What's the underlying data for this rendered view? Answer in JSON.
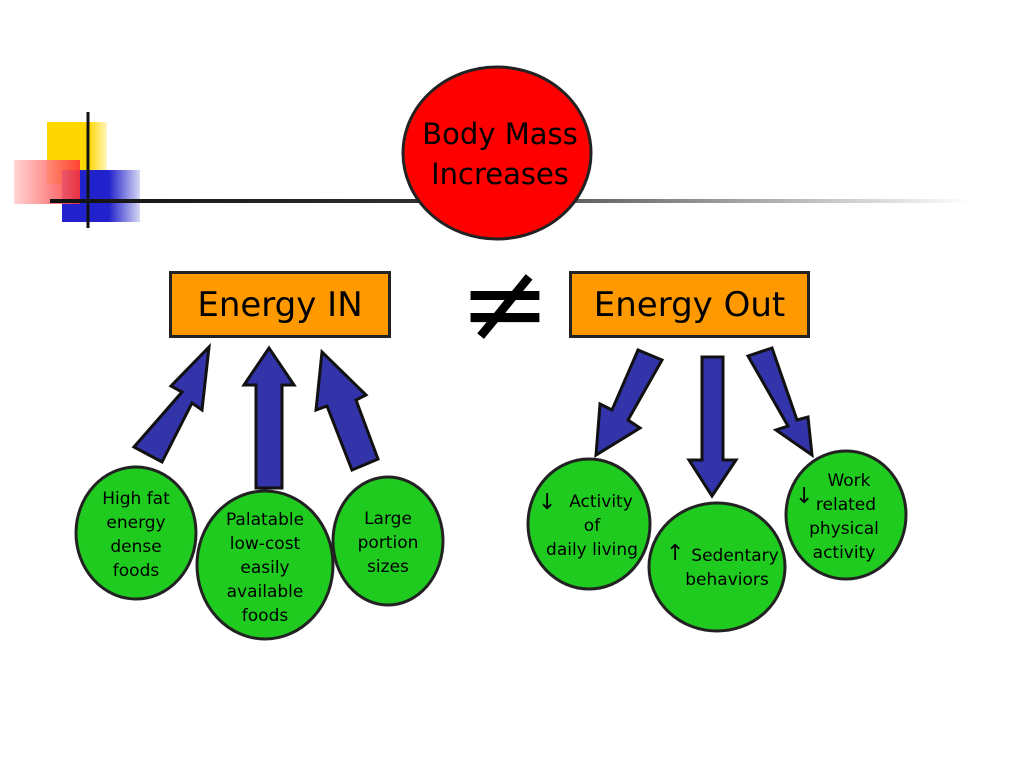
{
  "colors": {
    "circle_red": "#ff0000",
    "circle_green": "#1ecb1e",
    "box_orange": "#ff9900",
    "arrow_blue": "#3333aa",
    "deco_yellow": "#ffd700",
    "deco_blue": "#2222cc",
    "deco_red": "#ff3333"
  },
  "center": {
    "title_line1": "Body Mass",
    "title_line2": "Increases",
    "not_equal_symbol": "≠"
  },
  "energy_in": {
    "label": "Energy IN",
    "factors": [
      {
        "lines": [
          "High fat",
          "energy",
          "dense",
          "foods"
        ]
      },
      {
        "lines": [
          "Palatable",
          "low-cost",
          "easily",
          "available",
          "foods"
        ]
      },
      {
        "lines": [
          "Large",
          "portion",
          "sizes"
        ]
      }
    ]
  },
  "energy_out": {
    "label": "Energy Out",
    "factors": [
      {
        "indicator": "↓",
        "lines": [
          "Activity",
          "of",
          "daily living"
        ]
      },
      {
        "indicator": "↑",
        "lines": [
          "Sedentary",
          "behaviors"
        ]
      },
      {
        "indicator": "↓",
        "lines": [
          "Work",
          "related",
          "physical",
          "activity"
        ]
      }
    ]
  }
}
